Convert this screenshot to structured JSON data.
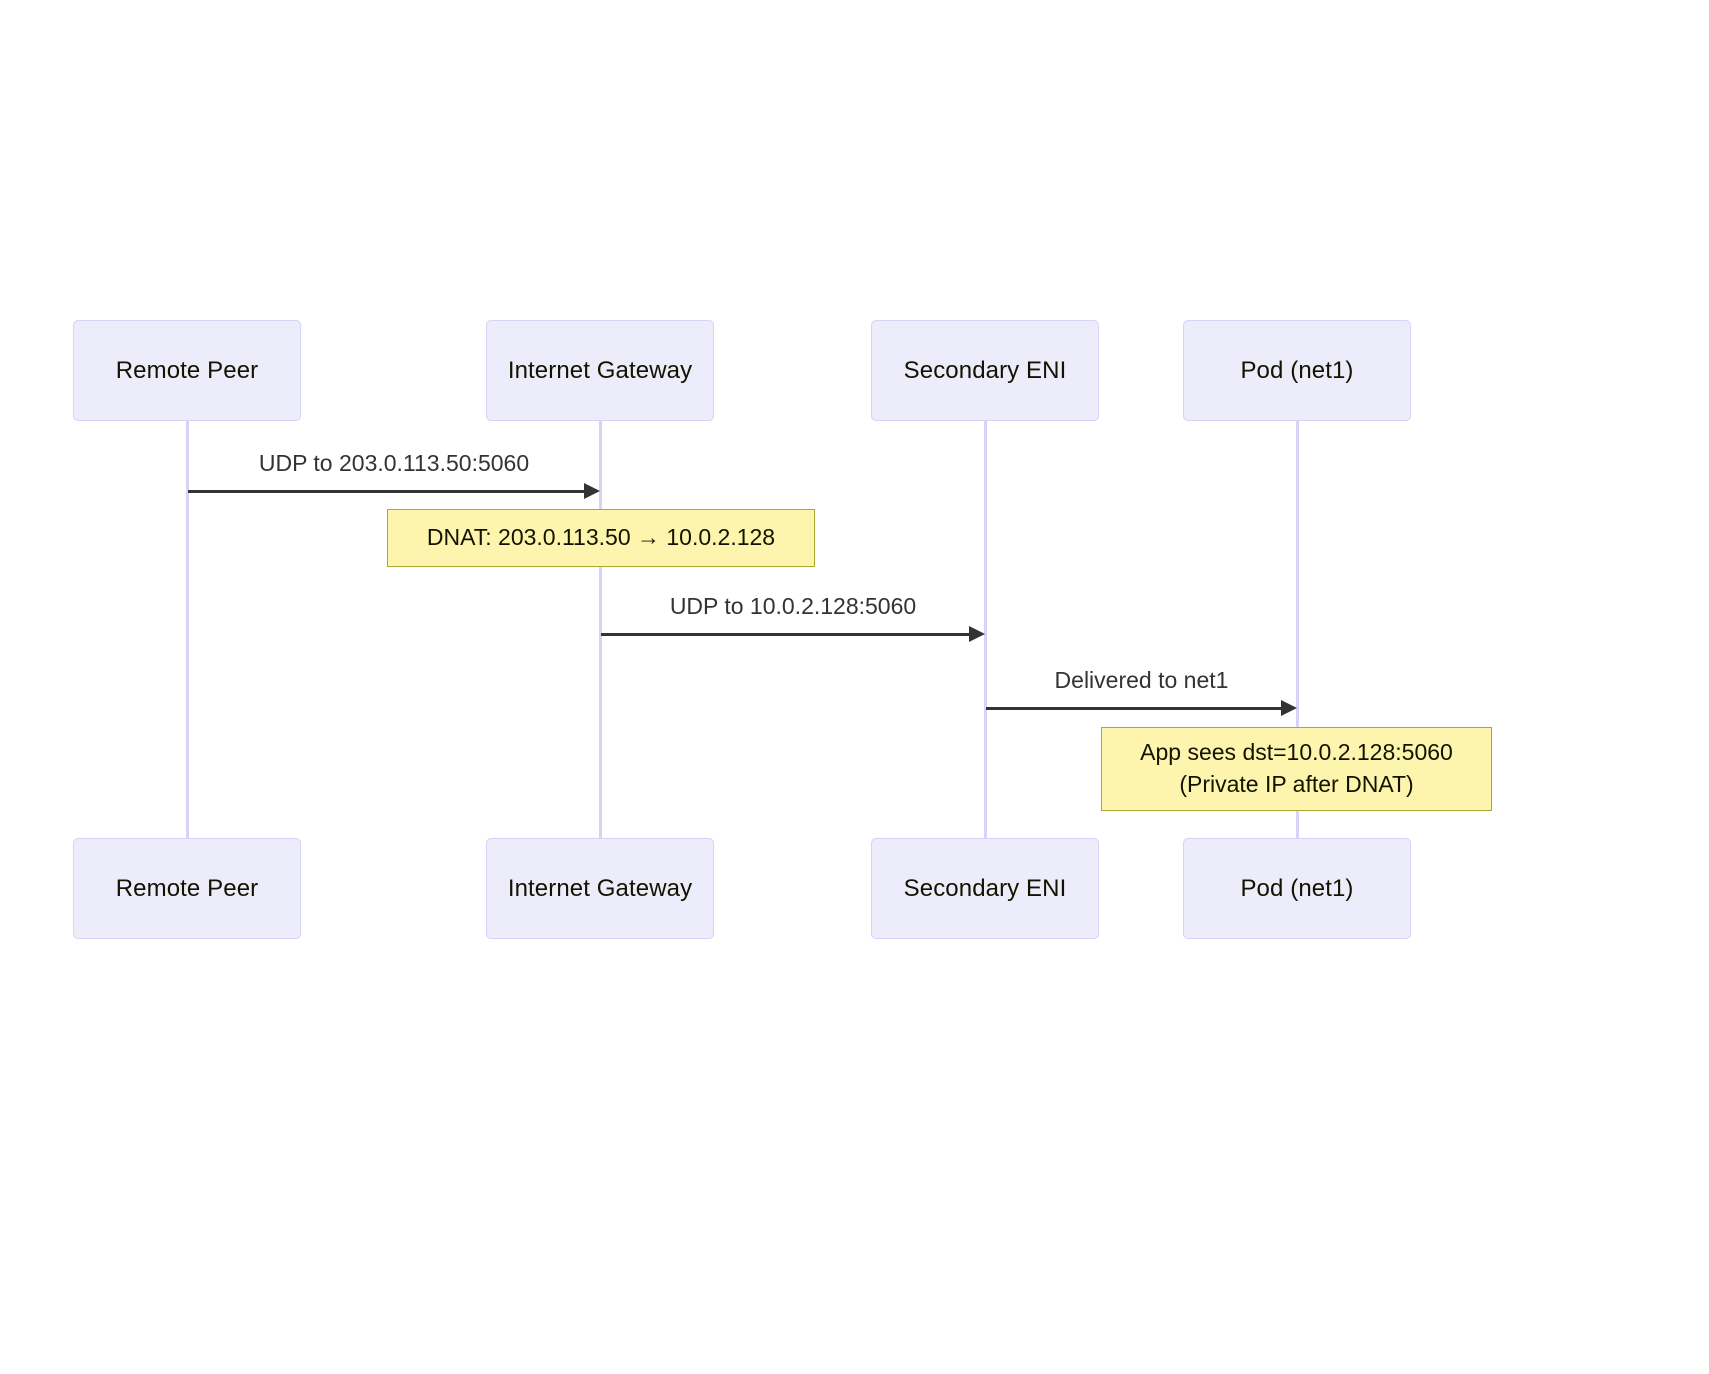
{
  "diagram": {
    "type": "sequence-diagram",
    "title": "",
    "background_color": "#ffffff",
    "participant_fill": "#ececfb",
    "participant_stroke": "#d6d2f8",
    "lifeline_color": "#d6d2f8",
    "note_fill": "#fdf5ad",
    "note_stroke": "#aaaa33",
    "arrow_color": "#333333",
    "text_color": "#131300"
  },
  "participants": [
    {
      "id": "remote-peer",
      "label": "Remote Peer"
    },
    {
      "id": "internet-gateway",
      "label": "Internet Gateway"
    },
    {
      "id": "secondary-eni",
      "label": "Secondary ENI"
    },
    {
      "id": "pod-net1",
      "label": "Pod (net1)"
    }
  ],
  "messages": [
    {
      "id": "msg-1",
      "from": "remote-peer",
      "to": "internet-gateway",
      "label": "UDP to 203.0.113.50:5060"
    },
    {
      "id": "msg-2",
      "from": "internet-gateway",
      "to": "secondary-eni",
      "label": "UDP to 10.0.2.128:5060"
    },
    {
      "id": "msg-3",
      "from": "secondary-eni",
      "to": "pod-net1",
      "label": "Delivered to net1"
    }
  ],
  "notes": [
    {
      "id": "note-dnat",
      "over": "internet-gateway",
      "lines": [
        "DNAT: 203.0.113.50 → 10.0.2.128"
      ]
    },
    {
      "id": "note-app",
      "over": "pod-net1",
      "lines": [
        "App sees dst=10.0.2.128:5060",
        "(Private IP after DNAT)"
      ]
    }
  ]
}
